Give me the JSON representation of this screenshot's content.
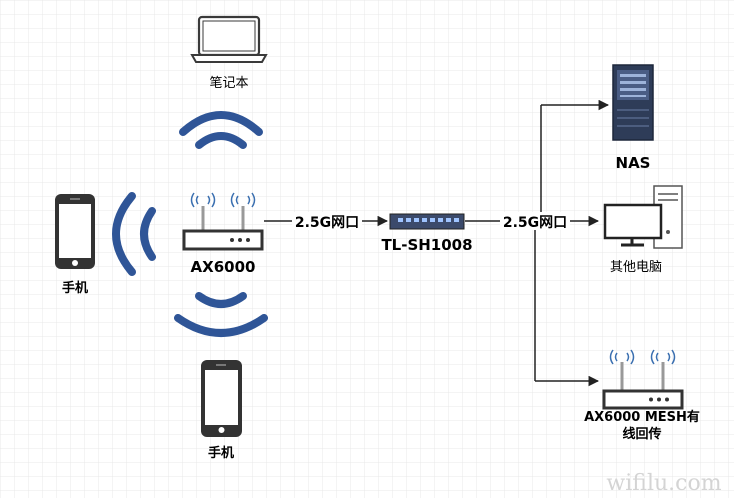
{
  "nodes": {
    "laptop": {
      "label": "笔记本"
    },
    "phone_left": {
      "label": "手机"
    },
    "phone_bottom": {
      "label": "手机"
    },
    "router_main": {
      "label": "AX6000"
    },
    "switch": {
      "label": "TL-SH1008"
    },
    "nas": {
      "label": "NAS"
    },
    "pc": {
      "label": "其他电脑"
    },
    "router_mesh": {
      "label_line1": "AX6000 MESH有",
      "label_line2": "线回传"
    }
  },
  "links": {
    "router_to_switch": {
      "label": "2.5G网口"
    },
    "switch_to_devices": {
      "label": "2.5G网口"
    }
  },
  "watermark": "wifilu.com",
  "colors": {
    "wifi": "#2f5597",
    "device_dark": "#333333",
    "grid": "#e6e6e6",
    "background": "#ffffff"
  }
}
